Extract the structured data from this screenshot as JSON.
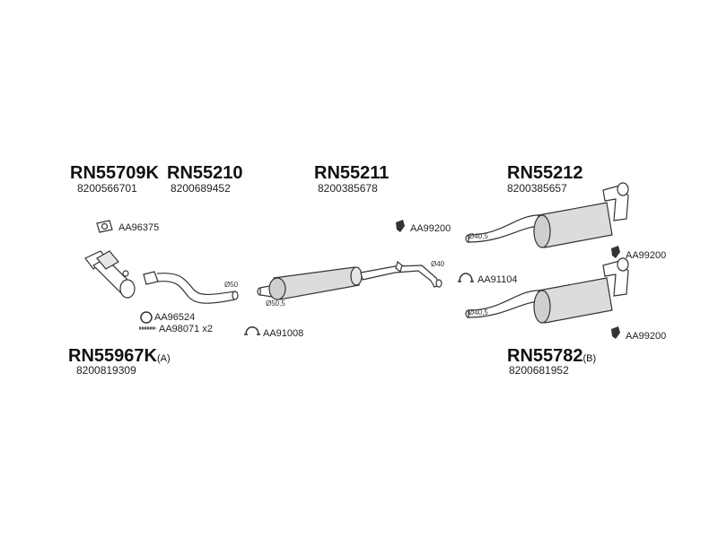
{
  "parts": {
    "catalyst": {
      "code": "RN55967K",
      "oe": "8200819309",
      "suffix": "(A)"
    },
    "front_pipe": {
      "code": "RN55709K",
      "oe": "8200566701"
    },
    "pipe": {
      "code": "RN55210",
      "oe": "8200689452"
    },
    "middle_silencer": {
      "code": "RN55211",
      "oe": "8200385678"
    },
    "rear_silencer_1": {
      "code": "RN55212",
      "oe": "8200385657"
    },
    "rear_silencer_2": {
      "code": "RN55782",
      "oe": "8200681952",
      "suffix": "(B)"
    }
  },
  "accessories": {
    "gasket_top": "AA96375",
    "ring": "AA96524",
    "spring_bolt": "AA98071 x2",
    "clamp_mid": "AA91008",
    "hanger_mid": "AA99200",
    "clamp_right": "AA91104",
    "hanger_r1": "AA99200",
    "hanger_r2": "AA99200"
  },
  "diameters": {
    "d50": "Ø50",
    "d50_5": "Ø50,5",
    "d40": "Ø40",
    "d40_5_a": "Ø40,5",
    "d40_5_b": "Ø40,5"
  }
}
